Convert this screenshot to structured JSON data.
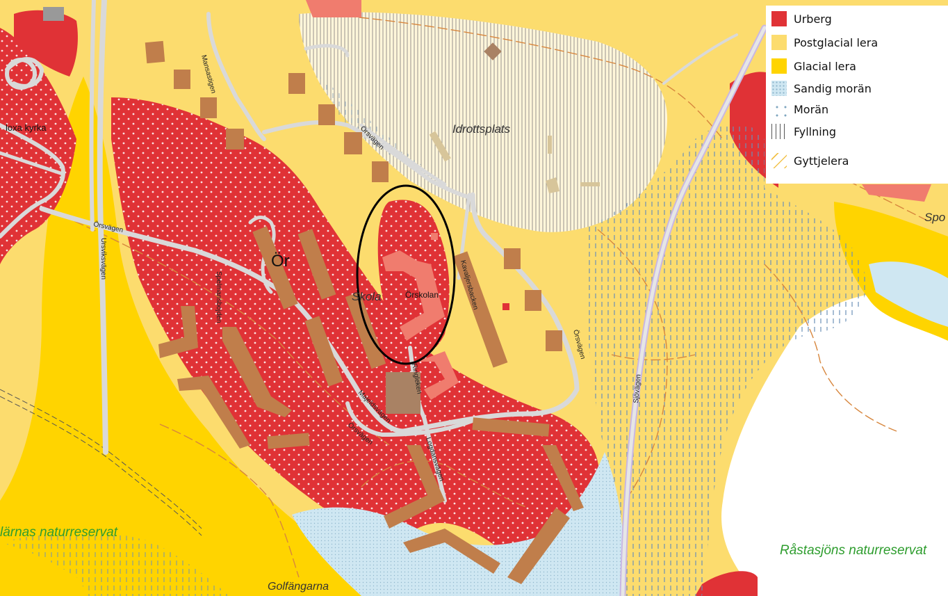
{
  "map": {
    "labels": {
      "kyrka": "loxa kyrka",
      "mansastigen": "Mansastigen",
      "orsvagen_north": "Örsvägen",
      "idrottsplats": "Idrottsplats",
      "orsvagen_west": "Örsvägen",
      "ursviksvagen": "Ursviksvägen",
      "or": "Ör",
      "skola": "Skola",
      "orskolan": "Örskolan",
      "kavaljersbacken": "Kavaljersbacken",
      "spelmansbojden": "Spelmansbojden",
      "orsvagen_east": "Örsvägen",
      "ringleken": "Ringleken",
      "majeldsvagen": "Majeldsvägen",
      "orsvagen_south": "Örsvägen",
      "logdansvagen": "Logdansvägen",
      "sjovagen": "Sjövägen",
      "golfangarna": "Golfängarna",
      "naturreservat_west": "lärnas naturreservat",
      "rastasjon": "Råstasjöns naturreservat",
      "spo": "Spo"
    }
  },
  "legend": {
    "items": [
      {
        "label": "Urberg",
        "swatch": "urberg",
        "color": "#e03236"
      },
      {
        "label": "Postglacial lera",
        "swatch": "postglacial",
        "color": "#fcdc6e"
      },
      {
        "label": "Glacial lera",
        "swatch": "glacial",
        "color": "#ffd400"
      },
      {
        "label": "Sandig morän",
        "swatch": "sandig",
        "color": "#cfe7f2"
      },
      {
        "label": "Morän",
        "swatch": "moran",
        "color": "#ffffff"
      },
      {
        "label": "Fyllning",
        "swatch": "fyllning",
        "color": "#555555"
      },
      {
        "label": "Gyttjelera",
        "swatch": "gyttjelera",
        "color": "#f2c24a"
      }
    ]
  },
  "colors": {
    "urberg": "#e03236",
    "postglacial_lera": "#fcdc6e",
    "glacial_lera": "#ffd400",
    "sandig_moran": "#cfe7f2",
    "building": "#c07e4b",
    "school_building": "#f07c6e",
    "road": "#e6e6e6",
    "reserve_text": "#2e9d2e",
    "highlight": "#000000"
  }
}
